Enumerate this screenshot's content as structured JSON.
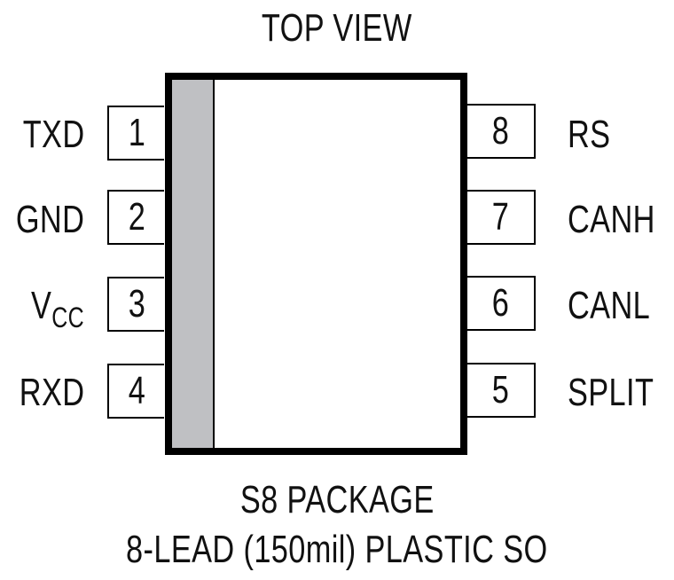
{
  "title": "TOP VIEW",
  "package": {
    "line1": "S8 PACKAGE",
    "line2": "8-LEAD (150mil) PLASTIC SO",
    "body_color": "#ffffff",
    "pin1_band_color": "#bfc0c3"
  },
  "left_pins": [
    {
      "number": "1",
      "name": "TXD"
    },
    {
      "number": "2",
      "name": "GND"
    },
    {
      "number": "3",
      "name": "V",
      "sub": "CC"
    },
    {
      "number": "4",
      "name": "RXD"
    }
  ],
  "right_pins": [
    {
      "number": "8",
      "name": "RS"
    },
    {
      "number": "7",
      "name": "CANH"
    },
    {
      "number": "6",
      "name": "CANL"
    },
    {
      "number": "5",
      "name": "SPLIT"
    }
  ]
}
